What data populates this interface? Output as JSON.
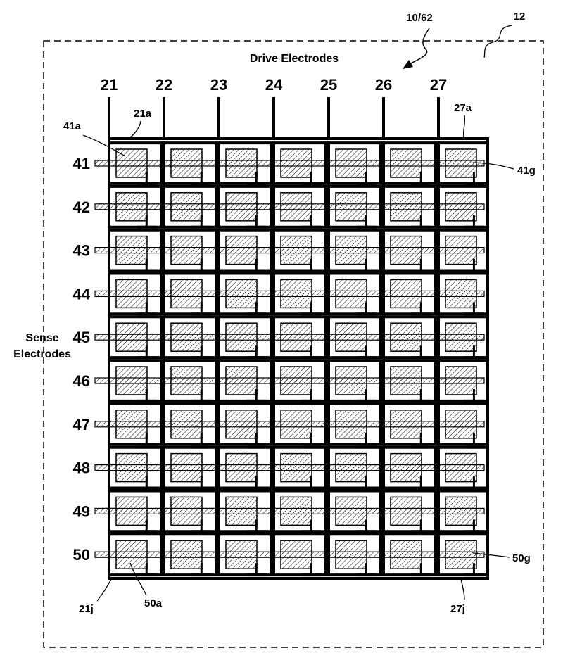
{
  "labels": {
    "figure_ref": "10/62",
    "panel_ref": "12",
    "drive_title": "Drive Electrodes",
    "sense_title_line1": "Sense",
    "sense_title_line2": "Electrodes",
    "drive_electrodes": [
      "21",
      "22",
      "23",
      "24",
      "25",
      "26",
      "27"
    ],
    "sense_electrodes": [
      "41",
      "42",
      "43",
      "44",
      "45",
      "46",
      "47",
      "48",
      "49",
      "50"
    ],
    "callout_21a": "21a",
    "callout_27a": "27a",
    "callout_41a": "41a",
    "callout_41g": "41g",
    "callout_21j": "21j",
    "callout_50a": "50a",
    "callout_27j": "27j",
    "callout_50g": "50g"
  },
  "colors": {
    "ink": "#000000",
    "paper": "#ffffff"
  }
}
